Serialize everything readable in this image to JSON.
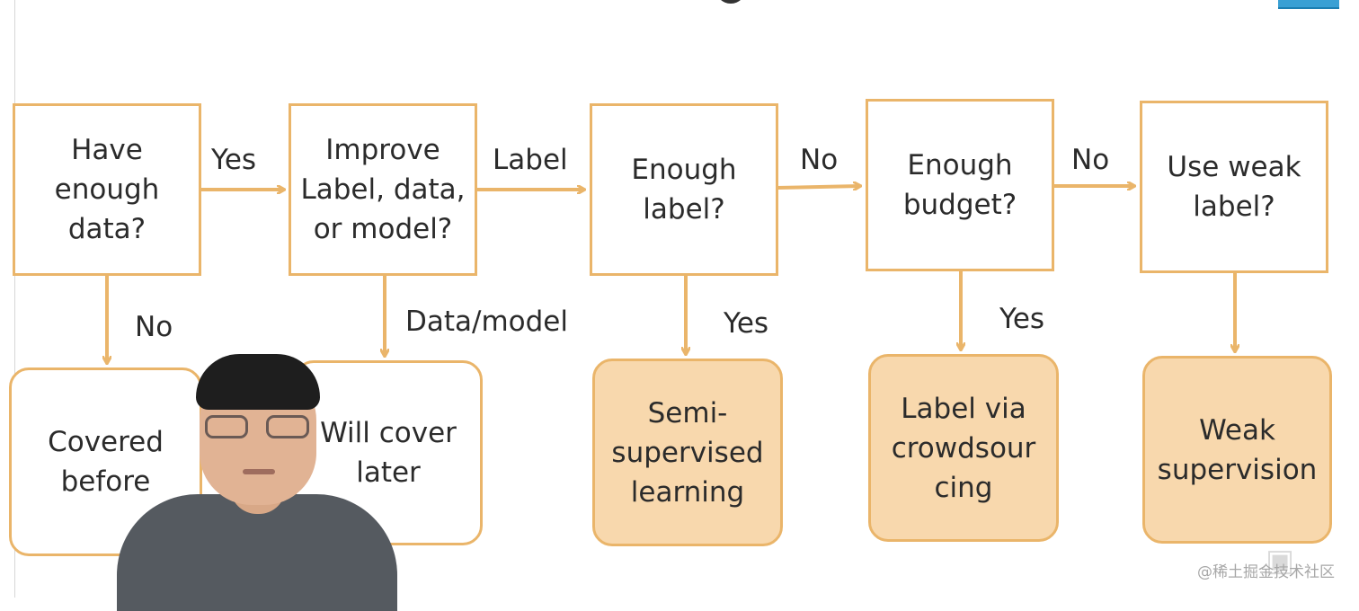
{
  "diagram": {
    "nodes": {
      "have_data": "Have\nenough\ndata?",
      "improve": "Improve\nLabel, data,\nor model?",
      "enough_label": "Enough\nlabel?",
      "enough_budget": "Enough\nbudget?",
      "use_weak": "Use weak\nlabel?",
      "covered": "Covered\nbefore",
      "will_cover": "Will cover\nlater",
      "semi": "Semi-\nsupervised\nlearning",
      "crowd": "Label via\ncrowdsour\ncing",
      "weak_sup": "Weak\nsupervision"
    },
    "edge_labels": {
      "have_to_improve": "Yes",
      "have_to_covered": "No",
      "improve_to_enough": "Label",
      "improve_to_will": "Data/model",
      "enough_to_budget": "No",
      "enough_to_semi": "Yes",
      "budget_to_weak": "No",
      "budget_to_crowd": "Yes"
    },
    "colors": {
      "stroke": "#eab56a",
      "fill": "#f8d8ad",
      "text": "#2b2b2b"
    }
  },
  "watermark": {
    "text": "@稀土掘金技术社区"
  },
  "icons": {
    "watermark_icon": "tv-icon"
  }
}
